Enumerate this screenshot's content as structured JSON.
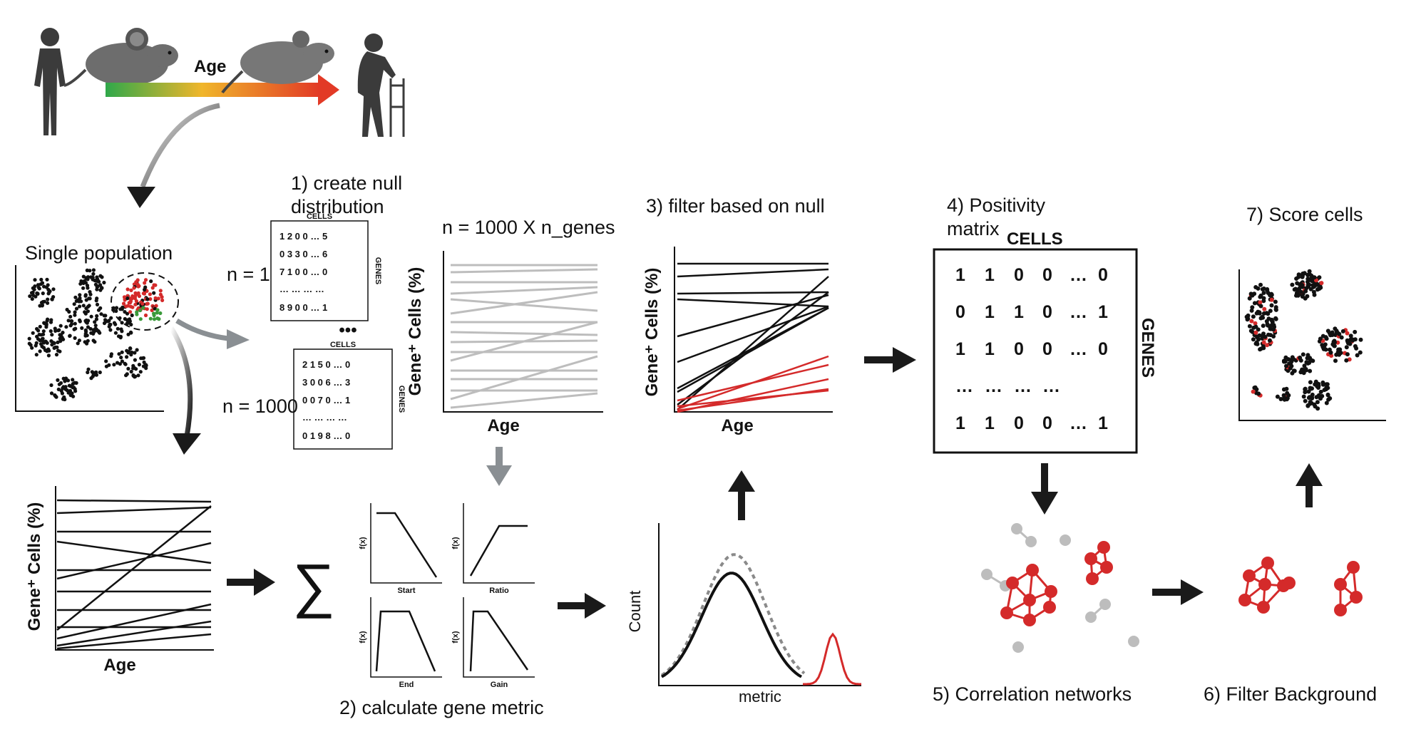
{
  "header": {
    "age_label": "Age"
  },
  "steps": {
    "single_population": "Single population",
    "s1": [
      "1) create null",
      "distribution"
    ],
    "s2": "2) calculate gene metric",
    "s3": "3) filter based on null",
    "s4": [
      "4) Positivity",
      "matrix"
    ],
    "s5": "5) Correlation networks",
    "s6": "6) Filter Background",
    "s7": "7) Score cells"
  },
  "axes": {
    "gene_cells": "Gene⁺ Cells (%)",
    "age": "Age",
    "count": "Count",
    "metric": "metric",
    "fx": "f(x)"
  },
  "null_dist": {
    "n_label": "n = 1000 X n_genes",
    "n1": "n = 1",
    "n1000": "n = 1000",
    "dots": "•••",
    "cells": "CELLS",
    "genes": "GENES",
    "m1_rows": [
      "1 2 0 0 … 5",
      "0 3 3 0 … 6",
      "7 1 0 0 … 0",
      "… … … …",
      "8 9 0 0 … 1"
    ],
    "m2_rows": [
      "2 1 5 0 … 0",
      "3 0 0 6 … 3",
      "0 0 7 0 … 1",
      "… … … …",
      "0 1 9 8 … 0"
    ]
  },
  "metric_panels": [
    "Start",
    "Ratio",
    "End",
    "Gain"
  ],
  "sigma": "∑",
  "positivity": {
    "cells": "CELLS",
    "genes": "GENES",
    "rows": [
      [
        "1",
        "1",
        "0",
        "0",
        "…",
        "0"
      ],
      [
        "0",
        "1",
        "1",
        "0",
        "…",
        "1"
      ],
      [
        "1",
        "1",
        "0",
        "0",
        "…",
        "0"
      ],
      [
        "…",
        "…",
        "…",
        "…",
        "",
        ""
      ],
      [
        "1",
        "1",
        "0",
        "0",
        "…",
        "1"
      ]
    ]
  },
  "colors": {
    "red": "#d42a2a",
    "grey": "#bdbdbd",
    "arrow_grey": "#8a8f93",
    "black": "#111111"
  }
}
